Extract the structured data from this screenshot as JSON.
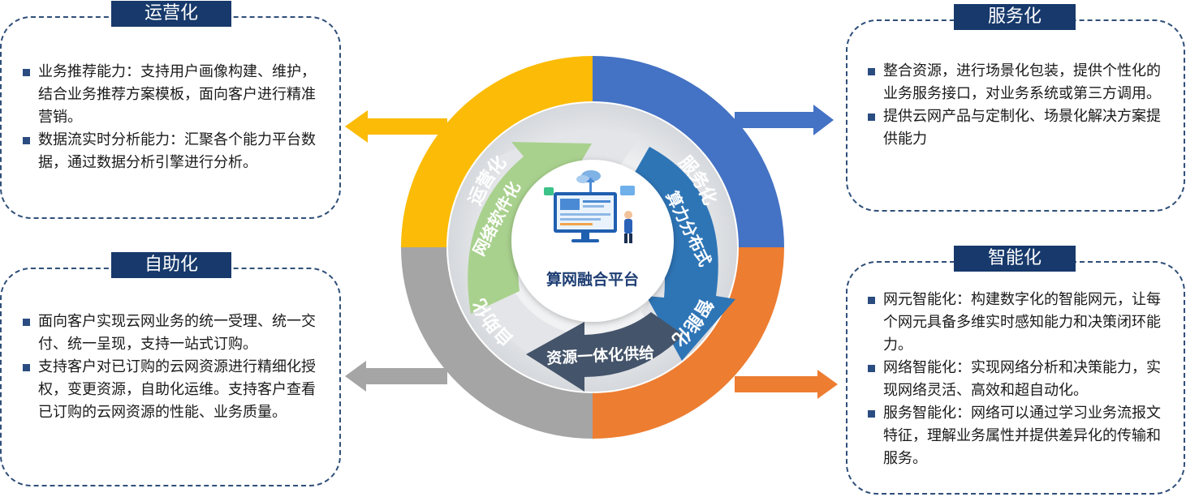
{
  "center_title": "算网融合平台",
  "outer_ring": [
    "运营化",
    "服务化",
    "智能化",
    "自助化"
  ],
  "inner_ring": [
    "网络软件化",
    "算力分布式",
    "资源一体化供给"
  ],
  "panels": {
    "yunying": {
      "title": "运营化",
      "items": [
        "业务推荐能力：支持用户画像构建、维护，结合业务推荐方案模板，面向客户进行精准营销。",
        "数据流实时分析能力：汇聚各个能力平台数据，通过数据分析引擎进行分析。"
      ]
    },
    "fuwu": {
      "title": "服务化",
      "items": [
        "整合资源，进行场景化包装，提供个性化的业务服务接口，对业务系统或第三方调用。",
        "提供云网产品与定制化、场景化解决方案提供能力"
      ]
    },
    "zizhu": {
      "title": "自助化",
      "items": [
        "面向客户实现云网业务的统一受理、统一交付、统一呈现，支持一站式订购。",
        "支持客户对已订购的云网资源进行精细化授权，变更资源，自助化运维。支持客户查看已订购的云网资源的性能、业务质量。"
      ]
    },
    "zhineng": {
      "title": "智能化",
      "items": [
        "网元智能化：构建数字化的智能网元，让每个网元具备多维实时感知能力和决策闭环能力。",
        "网络智能化：实现网络分析和决策能力，实现网络灵活、高效和超自动化。",
        "服务智能化：网络可以通过学习业务流报文特征，理解业务属性并提供差异化的传输和服务。"
      ]
    }
  },
  "colors": {
    "yunying": "#fbbb07",
    "fuwu": "#4472c4",
    "zhineng": "#ed7d31",
    "zizhu": "#a5a5a5",
    "inner_green": "#a9d18e",
    "inner_blue": "#2e75b6",
    "inner_navy": "#44546a",
    "tag_bg": "#17396b"
  }
}
